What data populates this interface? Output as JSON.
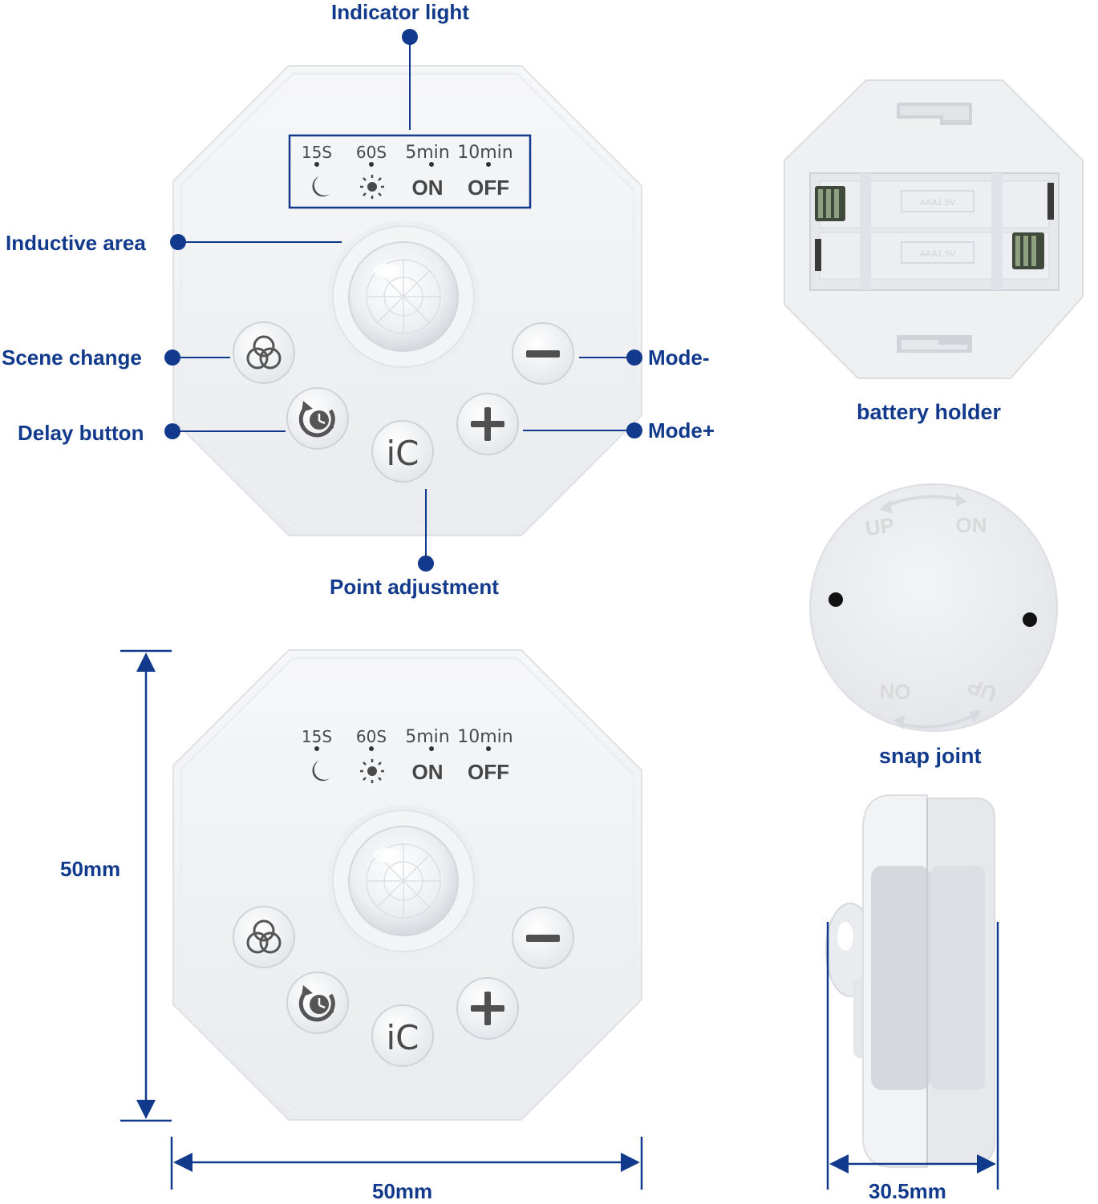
{
  "callouts": {
    "indicator_light": "Indicator light",
    "inductive_area": "Inductive area",
    "scene_change": "Scene change",
    "delay_button": "Delay button",
    "mode_minus": "Mode-",
    "mode_plus": "Mode+",
    "point_adjustment": "Point adjustment"
  },
  "captions": {
    "battery_holder": "battery holder",
    "snap_joint": "snap joint"
  },
  "dimensions": {
    "height": "50mm",
    "width": "50mm",
    "depth": "30.5mm"
  },
  "device_labels": {
    "t1": "15S",
    "t2": "60S",
    "t3": "5min",
    "t4": "10min",
    "on": "ON",
    "off": "OFF",
    "ic": "iC"
  },
  "snap_labels": {
    "up_top": "UP",
    "on_top": "ON",
    "on_bottom": "ON",
    "up_bottom": "UP"
  },
  "battery_labels": {
    "cell": "AAA1.5V"
  },
  "icons": {
    "moon": "moon-icon",
    "sun": "sun-icon",
    "scene": "three-circles-icon",
    "delay": "clock-refresh-icon",
    "minus": "minus-icon",
    "plus": "plus-icon"
  },
  "colors": {
    "accent": "#123a8c",
    "device": "#f1f2f4",
    "device_shadow": "#dcdee2"
  }
}
